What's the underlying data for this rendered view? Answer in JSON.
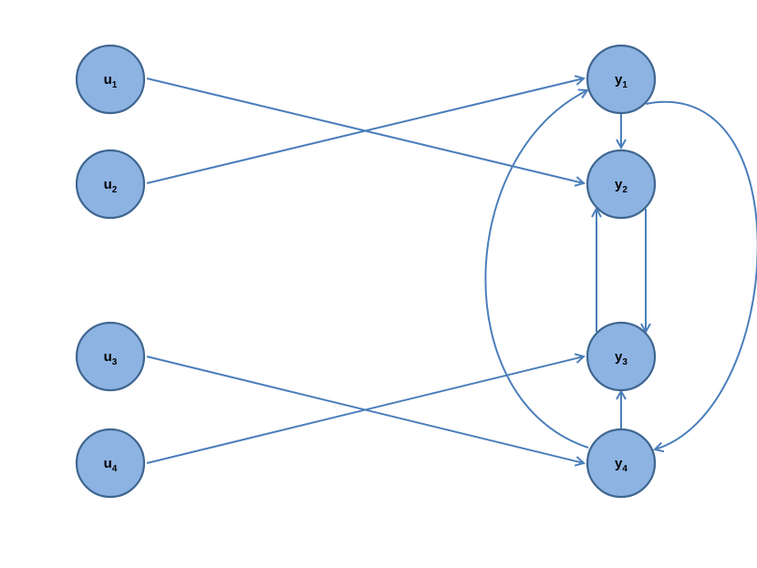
{
  "colors": {
    "node_fill": "#8db3e2",
    "node_stroke": "#3f6690",
    "edge": "#4a7ebb"
  },
  "nodes": [
    {
      "id": "u1",
      "base": "u",
      "sub": "1"
    },
    {
      "id": "u2",
      "base": "u",
      "sub": "2"
    },
    {
      "id": "u3",
      "base": "u",
      "sub": "3"
    },
    {
      "id": "u4",
      "base": "u",
      "sub": "4"
    },
    {
      "id": "y1",
      "base": "y",
      "sub": "1"
    },
    {
      "id": "y2",
      "base": "y",
      "sub": "2"
    },
    {
      "id": "y3",
      "base": "y",
      "sub": "3"
    },
    {
      "id": "y4",
      "base": "y",
      "sub": "4"
    }
  ],
  "edges": [
    {
      "from": "u1",
      "to": "y2"
    },
    {
      "from": "u2",
      "to": "y1"
    },
    {
      "from": "u3",
      "to": "y4"
    },
    {
      "from": "u4",
      "to": "y3"
    },
    {
      "from": "y1",
      "to": "y2"
    },
    {
      "from": "y2",
      "to": "y3"
    },
    {
      "from": "y3",
      "to": "y2"
    },
    {
      "from": "y4",
      "to": "y3"
    },
    {
      "from": "y1",
      "to": "y4"
    },
    {
      "from": "y4",
      "to": "y1"
    }
  ]
}
